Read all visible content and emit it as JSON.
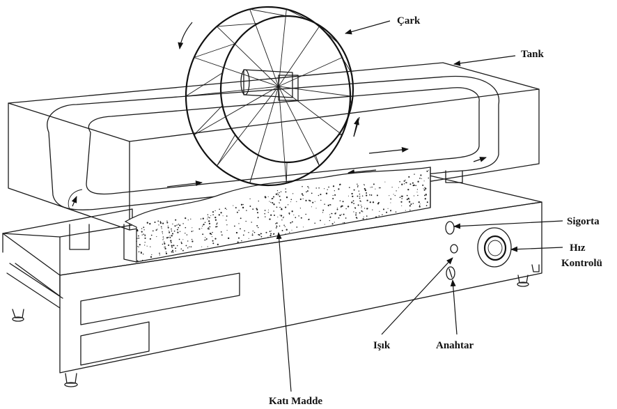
{
  "labels": {
    "cark": "Çark",
    "tank": "Tank",
    "sigorta": "Sigorta",
    "hiz_line1": "Hız",
    "hiz_line2": "Kontrolü",
    "isik": "Işık",
    "anahtar": "Anahtar",
    "kati_madde": "Katı Madde"
  },
  "colors": {
    "ink": "#1a1a1a",
    "paper": "#ffffff"
  }
}
